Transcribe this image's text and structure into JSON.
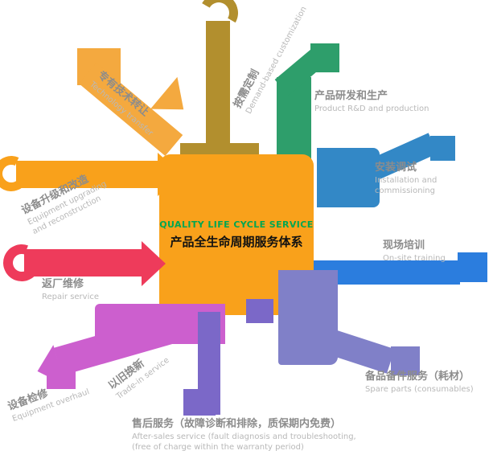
{
  "center": {
    "title_en": "QUALITY LIFE CYCLE SERVICE",
    "title_zh": "产品全生命周期服务体系"
  },
  "colors": {
    "center_bg": "#F9A11B",
    "center_title_en": "#00A651",
    "gold": "#B28F2E",
    "yellow": "#F4A93F",
    "orange": "#F9A11B",
    "red": "#EE3B5B",
    "magenta": "#CC5FCE",
    "purple": "#7B68C8",
    "slate": "#8080C8",
    "blue": "#2B7DDE",
    "steel_blue": "#3388C6",
    "green": "#2E9E6B",
    "label_zh": "#8C8C8C",
    "label_en": "#B8B8B8"
  },
  "services": [
    {
      "id": "demand-customization",
      "zh": "按需定制",
      "en": "Demand-based customization"
    },
    {
      "id": "technology-transfer",
      "zh": "专有技术转让",
      "en": "Technology transfer"
    },
    {
      "id": "equipment-upgrade",
      "zh": "设备升级和改造",
      "en1": "Equipment upgrading",
      "en2": "and reconstruction"
    },
    {
      "id": "repair",
      "zh": "返厂维修",
      "en": "Repair service"
    },
    {
      "id": "trade-in",
      "zh": "以旧换新",
      "en": "Trade-in service"
    },
    {
      "id": "equipment-overhaul",
      "zh": "设备检修",
      "en": "Equipment overhaul"
    },
    {
      "id": "after-sales",
      "zh": "售后服务（故障诊断和排除，质保期内免费）",
      "en1": "After-sales service (fault diagnosis and troubleshooting,",
      "en2": "(free of charge within the warranty period)"
    },
    {
      "id": "spare-parts",
      "zh": "备品备件服务（耗材）",
      "en": "Spare parts (consumables)"
    },
    {
      "id": "on-site-training",
      "zh": "现场培训",
      "en": "On-site training"
    },
    {
      "id": "installation",
      "zh": "安装调试",
      "en1": "Installation and",
      "en2": "commissioning"
    },
    {
      "id": "rd-production",
      "zh": "产品研发和生产",
      "en": "Product R&D and production"
    }
  ]
}
